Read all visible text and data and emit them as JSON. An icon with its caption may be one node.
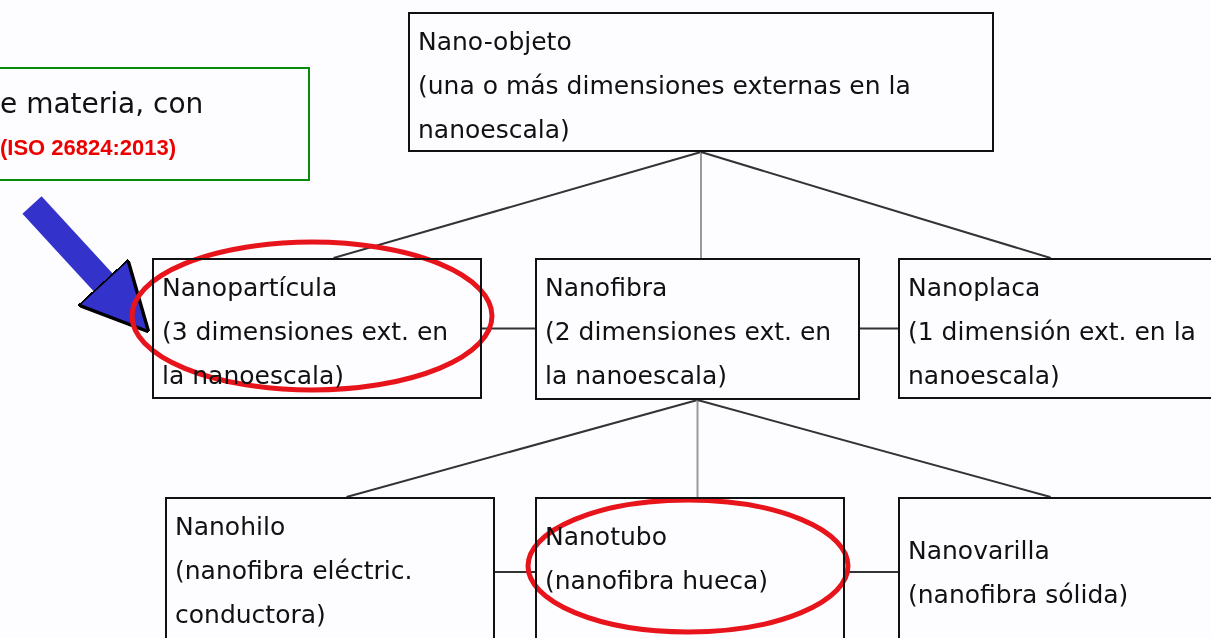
{
  "diagram": {
    "nodes": [
      {
        "text": [
          "e materia, con",
          "(ISO 26824:2013)"
        ]
      },
      {
        "text": [
          "Nano-objeto",
          "(una o más dimensiones externas en la nanoescala)"
        ]
      },
      {
        "text": [
          "Nanopartícula",
          "(3 dimensiones ext. en la nanoescala)"
        ]
      },
      {
        "text": [
          "Nanofibra",
          "(2 dimensiones ext. en la nanoescala)"
        ]
      },
      {
        "text": [
          "Nanoplaca",
          "(1 dimensión ext. en la nanoescala)"
        ]
      },
      {
        "text": [
          "Nanohilo",
          "(nanofibra eléctric. conductora)"
        ]
      },
      {
        "text": [
          "Nanotubo",
          "(nanofibra hueca)"
        ]
      },
      {
        "text": [
          "Nanovarilla",
          "(nanofibra sólida)"
        ]
      }
    ],
    "edges": [
      {
        "from": 1,
        "to": 2,
        "arrow": "none"
      },
      {
        "from": 1,
        "to": 3,
        "arrow": "none",
        "color": "#9a9a9a"
      },
      {
        "from": 1,
        "to": 4,
        "arrow": "none"
      },
      {
        "from": 2,
        "to": 3,
        "arrow": "none"
      },
      {
        "from": 3,
        "to": 4,
        "arrow": "none"
      },
      {
        "from": 3,
        "to": 5,
        "arrow": "none"
      },
      {
        "from": 3,
        "to": 6,
        "arrow": "none",
        "color": "#9a9a9a"
      },
      {
        "from": 3,
        "to": 7,
        "arrow": "none"
      },
      {
        "from": 5,
        "to": 6,
        "arrow": "none"
      },
      {
        "from": 6,
        "to": 7,
        "arrow": "none"
      },
      {
        "from": null,
        "to": 2,
        "arrow": "to",
        "style": "thick",
        "color": "#3333cc"
      }
    ]
  }
}
